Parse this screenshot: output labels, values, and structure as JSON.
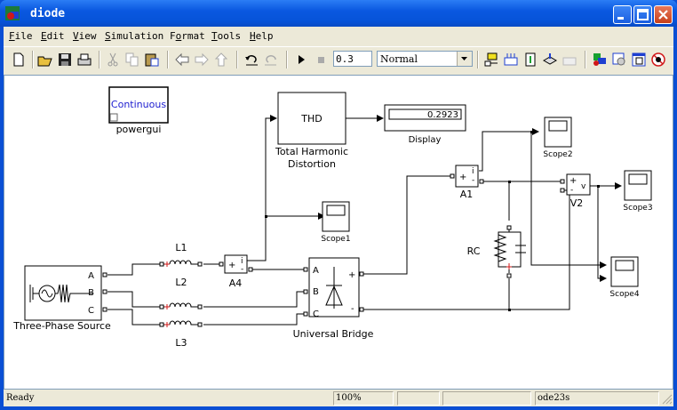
{
  "window": {
    "title": "diode"
  },
  "menu": [
    "File",
    "Edit",
    "View",
    "Simulation",
    "Format",
    "Tools",
    "Help"
  ],
  "toolbar": {
    "left_icons": [
      "new-model-icon",
      "open-icon",
      "save-icon",
      "print-icon",
      "cut-icon",
      "copy-icon",
      "paste-icon",
      "back-icon",
      "forward-icon",
      "up-icon",
      "undo-icon",
      "redo-icon",
      "start-simulation-icon",
      "stop-simulation-icon"
    ],
    "stop_time": "0.3",
    "sim_mode": "Normal",
    "right_icons": [
      "build-icon",
      "update-diagram-icon",
      "refresh-icon",
      "incremental-build-icon",
      "library-icon",
      "library-browser-icon",
      "model-explorer-icon",
      "debug-icon"
    ]
  },
  "diagram": {
    "powergui": {
      "text": "Continuous",
      "label": "powergui"
    },
    "thd": {
      "text": "THD",
      "label_line1": "Total Harmonic",
      "label_line2": "Distortion"
    },
    "display": {
      "value": "0.2923",
      "label": "Display"
    },
    "source": {
      "label": "Three-Phase Source",
      "ports": [
        "A",
        "B",
        "C"
      ]
    },
    "inductors": [
      "L1",
      "L2",
      "L3"
    ],
    "a4": {
      "label": "A4",
      "plus": "+",
      "sym": "i",
      "minus": "-"
    },
    "a1": {
      "label": "A1",
      "plus": "+",
      "sym": "i",
      "minus": "-"
    },
    "v2": {
      "label": "V2",
      "plus": "+",
      "sym": "v",
      "minus": "-"
    },
    "bridge": {
      "label": "Universal Bridge",
      "ports": [
        "A",
        "B",
        "C"
      ],
      "plus": "+",
      "minus": "-"
    },
    "rc": {
      "label": "RC"
    },
    "scopes": [
      "Scope1",
      "Scope2",
      "Scope3",
      "Scope4"
    ]
  },
  "status": {
    "text": "Ready",
    "zoom": "100%",
    "cell3": "",
    "cell4": "",
    "solver": "ode23s"
  }
}
